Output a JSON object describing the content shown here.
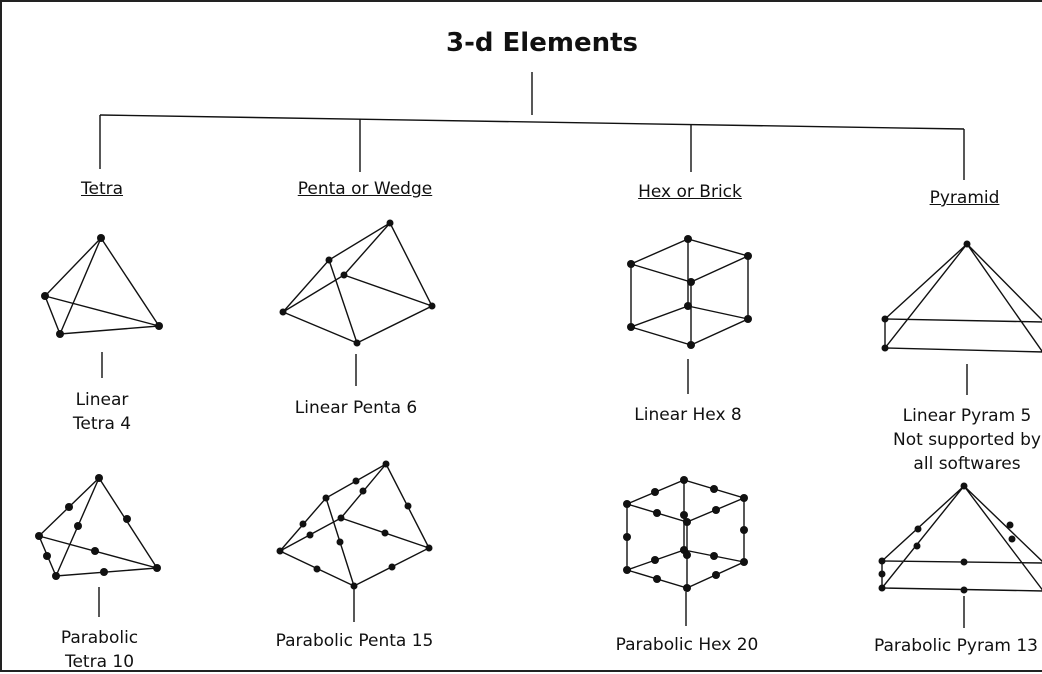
{
  "title": "3-d Elements",
  "categories": [
    {
      "name": "Tetra",
      "linear": [
        "Linear",
        "Tetra 4"
      ],
      "parabolic": [
        "Parabolic",
        "Tetra 10"
      ]
    },
    {
      "name": "Penta or Wedge",
      "linear": [
        "Linear Penta 6"
      ],
      "parabolic": [
        "Parabolic Penta 15"
      ]
    },
    {
      "name": "Hex or Brick",
      "linear": [
        "Linear Hex 8"
      ],
      "parabolic": [
        "Parabolic Hex 20"
      ]
    },
    {
      "name": "Pyramid",
      "linear": [
        "Linear Pyram 5",
        "Not supported by",
        "all softwares"
      ],
      "parabolic": [
        "Parabolic Pyram 13"
      ]
    }
  ]
}
